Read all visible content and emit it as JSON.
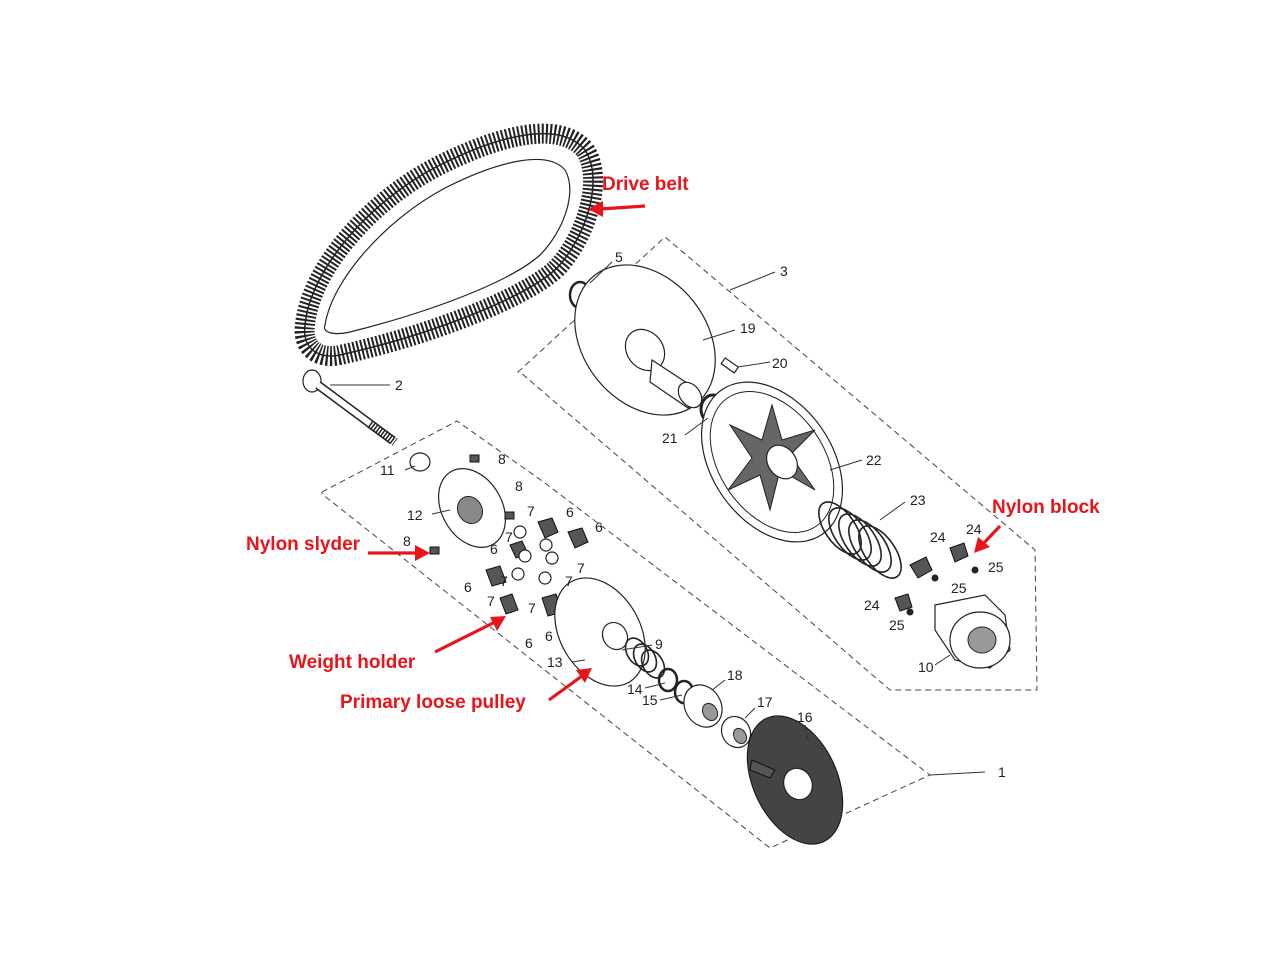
{
  "callouts": {
    "drive_belt": "Drive belt",
    "nylon_block": "Nylon block",
    "nylon_slyder": "Nylon slyder",
    "weight_holder": "Weight holder",
    "primary_loose_pulley": "Primary loose pulley"
  },
  "part_numbers": [
    {
      "id": "p1",
      "label": "1"
    },
    {
      "id": "p2",
      "label": "2"
    },
    {
      "id": "p3",
      "label": "3"
    },
    {
      "id": "p5",
      "label": "5"
    },
    {
      "id": "p6a",
      "label": "6"
    },
    {
      "id": "p6b",
      "label": "6"
    },
    {
      "id": "p6c",
      "label": "6"
    },
    {
      "id": "p6d",
      "label": "6"
    },
    {
      "id": "p6e",
      "label": "6"
    },
    {
      "id": "p6f",
      "label": "6"
    },
    {
      "id": "p7a",
      "label": "7"
    },
    {
      "id": "p7b",
      "label": "7"
    },
    {
      "id": "p7c",
      "label": "7"
    },
    {
      "id": "p7d",
      "label": "7"
    },
    {
      "id": "p7e",
      "label": "7"
    },
    {
      "id": "p7f",
      "label": "7"
    },
    {
      "id": "p7g",
      "label": "7"
    },
    {
      "id": "p8a",
      "label": "8"
    },
    {
      "id": "p8b",
      "label": "8"
    },
    {
      "id": "p8c",
      "label": "8"
    },
    {
      "id": "p9",
      "label": "9"
    },
    {
      "id": "p10",
      "label": "10"
    },
    {
      "id": "p11",
      "label": "11"
    },
    {
      "id": "p12",
      "label": "12"
    },
    {
      "id": "p13",
      "label": "13"
    },
    {
      "id": "p14",
      "label": "14"
    },
    {
      "id": "p15",
      "label": "15"
    },
    {
      "id": "p16",
      "label": "16"
    },
    {
      "id": "p17",
      "label": "17"
    },
    {
      "id": "p18",
      "label": "18"
    },
    {
      "id": "p19",
      "label": "19"
    },
    {
      "id": "p20",
      "label": "20"
    },
    {
      "id": "p21",
      "label": "21"
    },
    {
      "id": "p22",
      "label": "22"
    },
    {
      "id": "p23",
      "label": "23"
    },
    {
      "id": "p24a",
      "label": "24"
    },
    {
      "id": "p24b",
      "label": "24"
    },
    {
      "id": "p24c",
      "label": "24"
    },
    {
      "id": "p25a",
      "label": "25"
    },
    {
      "id": "p25b",
      "label": "25"
    },
    {
      "id": "p25c",
      "label": "25"
    }
  ]
}
